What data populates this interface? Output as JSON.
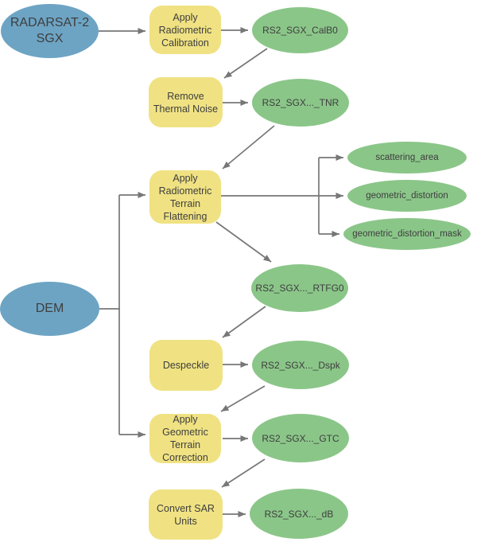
{
  "diagram": {
    "colors": {
      "input_fill": "#6da4c4",
      "tool_fill": "#f0e283",
      "output_fill": "#8bc689",
      "connector": "#777777",
      "text": "#3e3e3e",
      "background": "#ffffff"
    },
    "nodes": {
      "radarsat_sgx": {
        "label": "RADARSAT-2 SGX",
        "type": "input"
      },
      "dem": {
        "label": "DEM",
        "type": "input"
      },
      "apply_radiometric_calibration": {
        "label": "Apply Radiometric Calibration",
        "type": "tool"
      },
      "remove_thermal_noise": {
        "label": "Remove Thermal Noise",
        "type": "tool"
      },
      "apply_radiometric_terrain_flattening": {
        "label": "Apply Radiometric Terrain Flattening",
        "type": "tool"
      },
      "despeckle": {
        "label": "Despeckle",
        "type": "tool"
      },
      "apply_geometric_terrain_correction": {
        "label": "Apply Geometric Terrain Correction",
        "type": "tool"
      },
      "convert_sar_units": {
        "label": "Convert SAR Units",
        "type": "tool"
      },
      "rs2_sgx_calb0": {
        "label": "RS2_SGX_CalB0",
        "type": "output"
      },
      "rs2_sgx_tnr": {
        "label": "RS2_SGX..._TNR",
        "type": "output"
      },
      "scattering_area": {
        "label": "scattering_area",
        "type": "output"
      },
      "geometric_distortion": {
        "label": "geometric_distortion",
        "type": "output"
      },
      "geometric_distortion_mask": {
        "label": "geometric_distortion_mask",
        "type": "output"
      },
      "rs2_sgx_rtfg0": {
        "label": "RS2_SGX..._RTFG0",
        "type": "output"
      },
      "rs2_sgx_dspk": {
        "label": "RS2_SGX..._Dspk",
        "type": "output"
      },
      "rs2_sgx_gtc": {
        "label": "RS2_SGX..._GTC",
        "type": "output"
      },
      "rs2_sgx_db": {
        "label": "RS2_SGX..._dB",
        "type": "output"
      }
    },
    "edges": [
      {
        "from": "radarsat_sgx",
        "to": "apply_radiometric_calibration"
      },
      {
        "from": "apply_radiometric_calibration",
        "to": "rs2_sgx_calb0"
      },
      {
        "from": "rs2_sgx_calb0",
        "to": "remove_thermal_noise"
      },
      {
        "from": "remove_thermal_noise",
        "to": "rs2_sgx_tnr"
      },
      {
        "from": "rs2_sgx_tnr",
        "to": "apply_radiometric_terrain_flattening"
      },
      {
        "from": "dem",
        "to": "apply_radiometric_terrain_flattening"
      },
      {
        "from": "dem",
        "to": "apply_geometric_terrain_correction"
      },
      {
        "from": "apply_radiometric_terrain_flattening",
        "to": "scattering_area"
      },
      {
        "from": "apply_radiometric_terrain_flattening",
        "to": "geometric_distortion"
      },
      {
        "from": "apply_radiometric_terrain_flattening",
        "to": "geometric_distortion_mask"
      },
      {
        "from": "apply_radiometric_terrain_flattening",
        "to": "rs2_sgx_rtfg0"
      },
      {
        "from": "rs2_sgx_rtfg0",
        "to": "despeckle"
      },
      {
        "from": "despeckle",
        "to": "rs2_sgx_dspk"
      },
      {
        "from": "rs2_sgx_dspk",
        "to": "apply_geometric_terrain_correction"
      },
      {
        "from": "apply_geometric_terrain_correction",
        "to": "rs2_sgx_gtc"
      },
      {
        "from": "rs2_sgx_gtc",
        "to": "convert_sar_units"
      },
      {
        "from": "convert_sar_units",
        "to": "rs2_sgx_db"
      }
    ]
  }
}
